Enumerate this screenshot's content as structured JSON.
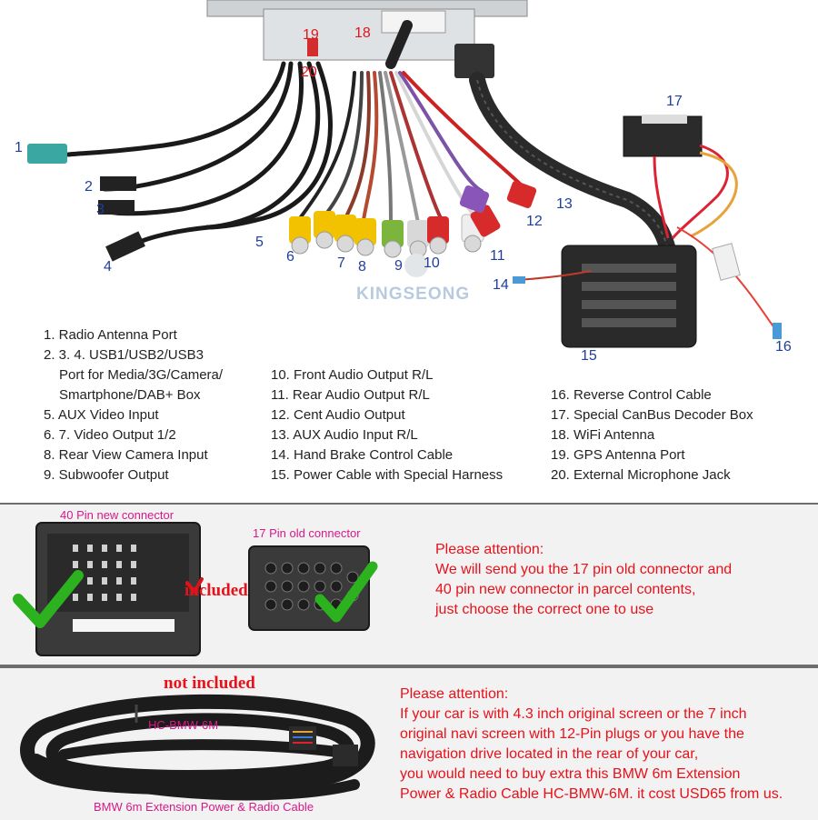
{
  "callouts": {
    "n1": "1",
    "n2": "2",
    "n3": "3",
    "n4": "4",
    "n5": "5",
    "n6": "6",
    "n7": "7",
    "n8": "8",
    "n9": "9",
    "n10": "10",
    "n11": "11",
    "n12": "12",
    "n13": "13",
    "n14": "14",
    "n15": "15",
    "n16": "16",
    "n17": "17",
    "n18": "18",
    "n19": "19",
    "n20": "20"
  },
  "brand": "KINGSEONG",
  "legend": {
    "col1": [
      "1. Radio Antenna Port",
      "2. 3. 4. USB1/USB2/USB3",
      "Port for Media/3G/Camera/",
      "Smartphone/DAB+ Box",
      "5. AUX Video Input",
      "6. 7. Video Output 1/2",
      "8. Rear View Camera Input",
      "9. Subwoofer Output"
    ],
    "col2": [
      "10. Front Audio Output R/L",
      "11. Rear Audio Output R/L",
      "12. Cent Audio Output",
      "13. AUX Audio Input R/L",
      "14. Hand Brake Control Cable",
      "15. Power Cable with Special Harness"
    ],
    "col3": [
      "16. Reverse Control Cable",
      "17. Special CanBus Decoder Box",
      "18. WiFi Antenna",
      "19. GPS Antenna Port",
      "20. External Microphone Jack"
    ]
  },
  "connectors": {
    "new_label": "40 Pin new connector",
    "old_label": "17 Pin old connector",
    "included": "included",
    "attention_title": "Please attention:",
    "attention_lines": [
      "We will send you the 17 pin old connector and",
      "40 pin new connector in parcel contents,",
      "just choose the correct one to use"
    ]
  },
  "extension": {
    "not_included": "not included",
    "cable_tag": "HC-BMW-6M",
    "cable_caption": "BMW 6m Extension Power & Radio Cable",
    "attention_title": "Please attention:",
    "attention_lines": [
      "If your car is with 4.3 inch original screen or the 7 inch",
      "original navi screen with 12-Pin plugs or you have the",
      "navigation drive located in the rear of your car,",
      "you would need to buy extra this BMW 6m Extension",
      "Power & Radio Cable HC-BMW-6M. it cost USD65 from us."
    ]
  },
  "colors": {
    "callout_blue": "#1f3f9c",
    "attention_red": "#e8111a",
    "label_magenta": "#d6198a",
    "check_green": "#2cb21f"
  }
}
